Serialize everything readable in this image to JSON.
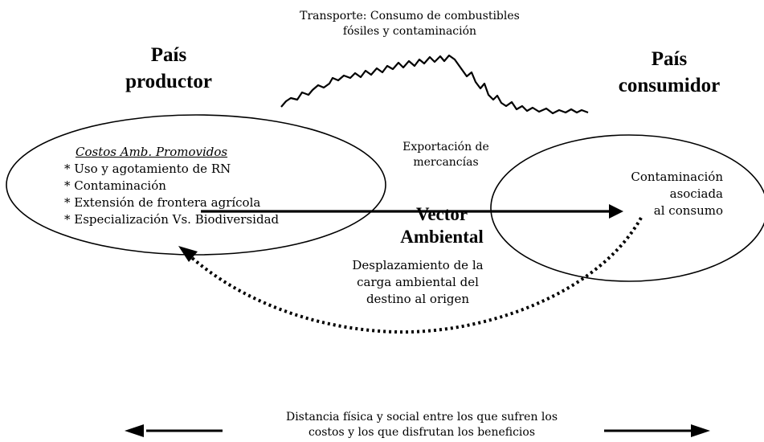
{
  "transport": {
    "line1": "Transporte: Consumo de combustibles",
    "line2": "fósiles y contaminación"
  },
  "producer": {
    "line1": "País",
    "line2": "productor"
  },
  "consumer": {
    "line1": "País",
    "line2": "consumidor"
  },
  "costs": {
    "heading": "Costos Amb. Promovidos",
    "items": [
      "* Uso y agotamiento de RN",
      "* Contaminación",
      "* Extensión de frontera agrícola",
      "* Especialización Vs. Biodiversidad"
    ]
  },
  "export": {
    "line1": "Exportación de",
    "line2": "mercancías"
  },
  "consumption": {
    "line1": "Contaminación",
    "line2": "asociada",
    "line3": "al consumo"
  },
  "vector": {
    "line1": "Vector",
    "line2": "Ambiental"
  },
  "displacement": {
    "line1": "Desplazamiento de la",
    "line2": "carga ambiental del",
    "line3": "destino al origen"
  },
  "distance": {
    "line1": "Distancia física y social entre los que sufren los",
    "line2": "costos y los que disfrutan los beneficios"
  }
}
